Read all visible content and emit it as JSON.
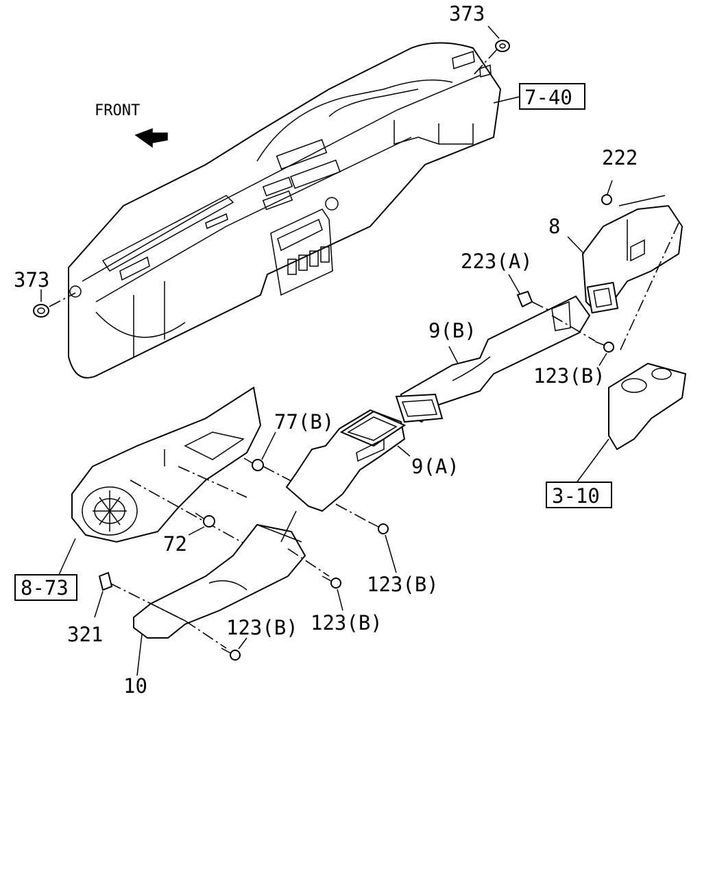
{
  "direction_label": "FRONT",
  "refs": {
    "ref_7_40": "7-40",
    "ref_3_10": "3-10",
    "ref_8_73": "8-73"
  },
  "parts": {
    "p373_top": "373",
    "p373_left": "373",
    "p222": "222",
    "p8": "8",
    "p223a": "223(A)",
    "p9b": "9(B)",
    "p123b_1": "123(B)",
    "p77b": "77(B)",
    "p9a": "9(A)",
    "p72": "72",
    "p123b_2": "123(B)",
    "p123b_3": "123(B)",
    "p123b_4": "123(B)",
    "p321": "321",
    "p10": "10"
  }
}
